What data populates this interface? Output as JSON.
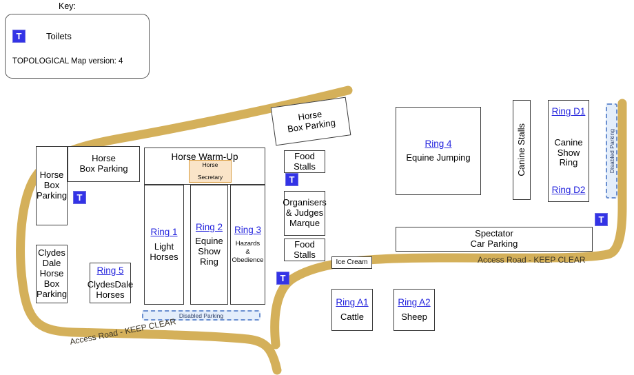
{
  "key": {
    "title": "Key:",
    "toilet_icon": "toilet-marker-icon",
    "toilet_label": "Toilets",
    "version_text": "TOPOLOGICAL Map version: 4"
  },
  "colors": {
    "road": "#d4b05a",
    "link": "#2222dd",
    "toilet_marker": "#3333e6",
    "disabled_parking_fill": "#e4eefb",
    "disabled_parking_border": "#6a8fd0",
    "secretary_fill": "#fae4c8",
    "secretary_border": "#d99c3f",
    "box_border": "#3a3a3a"
  },
  "areas": {
    "horse_box_parking_left": "Horse\nBox\nParking",
    "horse_box_parking_top": "Horse\nBox Parking",
    "clydesdale_parking": "Clydes\nDale\nHorse\nBox\nParking",
    "horse_box_parking_rotated": "Horse\nBox Parking",
    "horse_warm_up": "Horse Warm-Up",
    "horse_secretary_line1": "Horse",
    "horse_secretary_line2": "Secretary",
    "food_stalls_top": "Food\nStalls",
    "food_stalls_bottom": "Food\nStalls",
    "organisers_marque": "Organisers\n& Judges\nMarque",
    "ice_cream": "Ice Cream",
    "canine_stalls": "Canine Stalls",
    "canine_show_ring": "Canine\nShow\nRing",
    "spectator_car_parking": "Spectator\nCar Parking",
    "disabled_parking_bottom": "Disabled Parking",
    "disabled_parking_right": "Disabled Parking",
    "access_road_bottom": "Access Road - KEEP CLEAR",
    "access_road_right": "Access Road - KEEP CLEAR"
  },
  "rings": [
    {
      "id": "ring-1",
      "link": "Ring 1",
      "sub": "Light\nHorses",
      "size": "normal"
    },
    {
      "id": "ring-2",
      "link": "Ring 2",
      "sub": "Equine\nShow\nRing",
      "size": "normal"
    },
    {
      "id": "ring-3",
      "link": "Ring 3",
      "sub": "Hazards\n&\nObedience",
      "size": "small"
    },
    {
      "id": "ring-4",
      "link": "Ring 4",
      "sub": "Equine Jumping",
      "size": "normal"
    },
    {
      "id": "ring-5",
      "link": "Ring 5",
      "sub": "ClydesDale\nHorses",
      "size": "normal"
    },
    {
      "id": "ring-a1",
      "link": "Ring A1",
      "sub": "Cattle",
      "size": "normal"
    },
    {
      "id": "ring-a2",
      "link": "Ring A2",
      "sub": "Sheep",
      "size": "normal"
    },
    {
      "id": "ring-d1",
      "link": "Ring D1",
      "sub": "",
      "size": "normal"
    },
    {
      "id": "ring-d2",
      "link": "Ring D2",
      "sub": "",
      "size": "normal"
    }
  ]
}
